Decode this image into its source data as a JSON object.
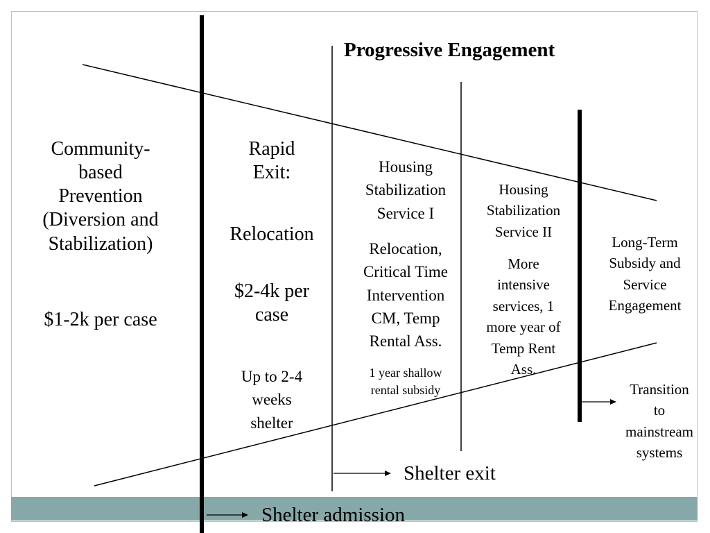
{
  "title": "Progressive Engagement",
  "columns": {
    "prevention": {
      "heading": "Community-\nbased\nPrevention\n(Diversion and\nStabilization)",
      "cost": "$1-2k per case"
    },
    "rapid_exit": {
      "heading": "Rapid\nExit:",
      "subheading": "Relocation",
      "cost": "$2-4k per\ncase",
      "detail": "Up to 2-4\nweeks\nshelter"
    },
    "hss1": {
      "heading": "Housing\nStabilization\nService I",
      "services": "Relocation,\nCritical Time\nIntervention\nCM, Temp\nRental Ass.",
      "detail": "1 year shallow\nrental subsidy"
    },
    "hss2": {
      "heading": "Housing\nStabilization\nService II",
      "services": "More\nintensive\nservices, 1\nmore year of\nTemp Rent\nAss."
    },
    "long_term": {
      "heading": "Long-Term\nSubsidy and\nService\nEngagement"
    }
  },
  "arrows": {
    "transition": "Transition\nto\nmainstream\nsystems",
    "shelter_exit": "Shelter exit",
    "shelter_admission": "Shelter admission"
  }
}
